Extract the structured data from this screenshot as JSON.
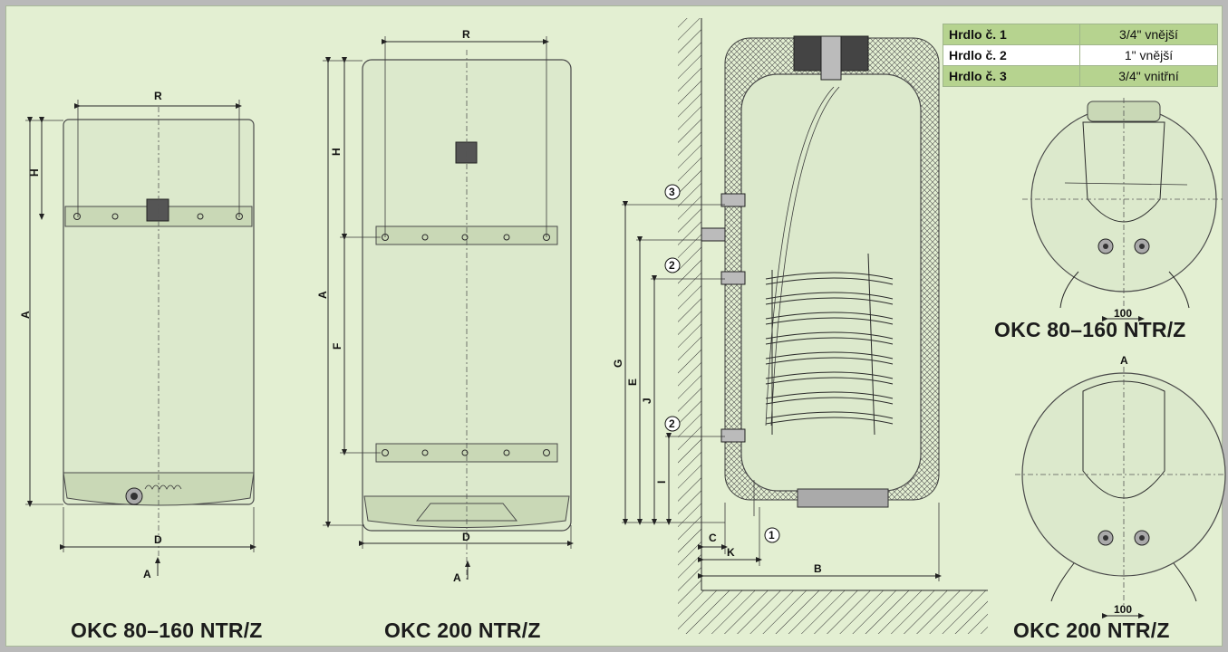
{
  "spec_table": {
    "rows": [
      {
        "label": "Hrdlo č. 1",
        "value": "3/4\" vnější"
      },
      {
        "label": "Hrdlo č. 2",
        "value": "1\" vnější"
      },
      {
        "label": "Hrdlo č. 3",
        "value": "3/4\" vnitřní"
      }
    ]
  },
  "captions": {
    "front_small": "OKC 80–160 NTR/Z",
    "front_large": "OKC 200 NTR/Z",
    "top_small": "OKC 80–160 NTR/Z",
    "top_large": "OKC 200 NTR/Z"
  },
  "dimensions": {
    "R": "R",
    "H": "H",
    "A": "A",
    "D": "D",
    "F": "F",
    "G": "G",
    "E": "E",
    "J": "J",
    "I": "I",
    "C": "C",
    "K": "K",
    "B": "B",
    "view_arrow": "A",
    "width_100": "100"
  },
  "nozzles": {
    "n1": "1",
    "n2": "2",
    "n3": "3"
  }
}
